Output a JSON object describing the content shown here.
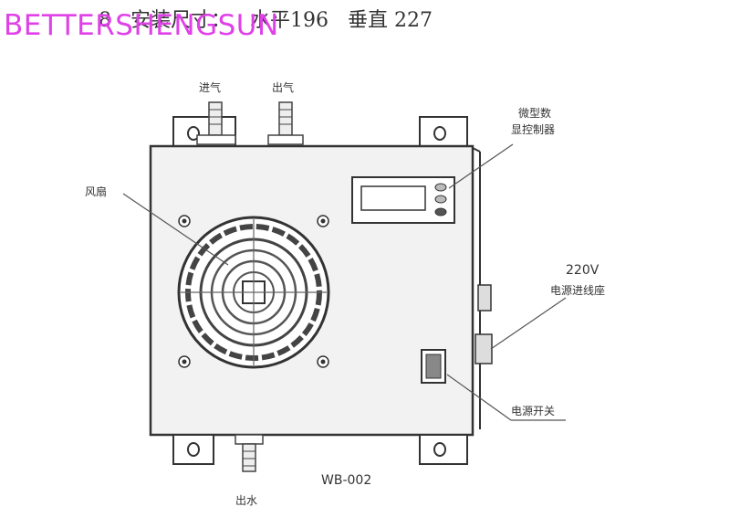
{
  "watermark": "BETTERSHENGSUN",
  "header": {
    "number": "8",
    "title": "安装尺寸：",
    "horizontal": "水平196",
    "vertical": "垂直 227"
  },
  "labels": {
    "inlet": "进气",
    "outlet": "出气",
    "controller_line1": "微型数",
    "controller_line2": "显控制器",
    "fan": "风扇",
    "power_voltage": "220V",
    "power_socket": "电源进线座",
    "power_switch": "电源开关",
    "water_out": "出水",
    "model": "WB-002"
  }
}
